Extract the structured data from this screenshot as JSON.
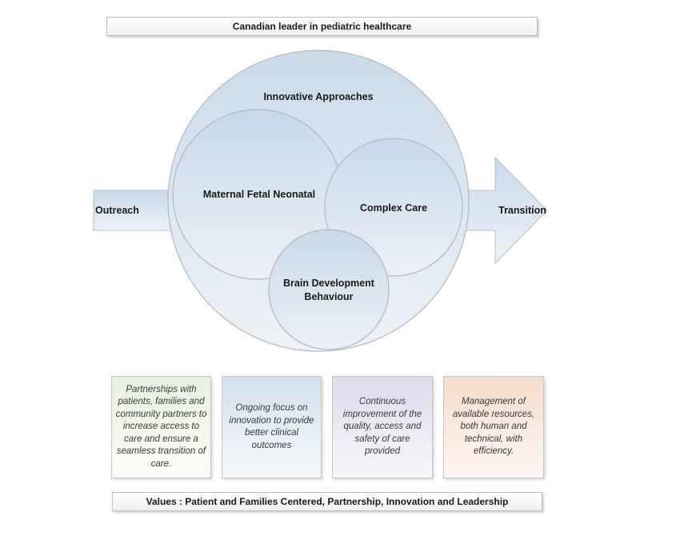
{
  "header": {
    "title": "Canadian leader in pediatric healthcare"
  },
  "diagram": {
    "arrow_left_label": "Outreach",
    "arrow_right_label": "Transition",
    "outer_circle_label": "Innovative Approaches",
    "circles": [
      {
        "label": "Maternal Fetal Neonatal"
      },
      {
        "label": "Complex Care"
      },
      {
        "label_line1": "Brain Development",
        "label_line2": "Behaviour"
      }
    ]
  },
  "cards": [
    {
      "text": "Partnerships with patients, families and community partners to increase access to care and ensure a seamless transition of care."
    },
    {
      "text": "Ongoing focus on innovation to provide better clinical outcomes"
    },
    {
      "text": "Continuous improvement of the quality, access and safety of care provided"
    },
    {
      "text": "Management of available resources, both human and technical, with efficiency."
    }
  ],
  "footer": {
    "values": "Values : Patient and Families Centered, Partnership, Innovation and Leadership"
  },
  "colors": {
    "circle_fill_top": "#cbdbea",
    "circle_fill_bottom": "#eef2f6",
    "circle_stroke": "#aeb9c6",
    "card_green": "#e9f0df",
    "card_blue": "#d4e1ee",
    "card_purple": "#dedbec",
    "card_orange": "#f6dccb"
  }
}
